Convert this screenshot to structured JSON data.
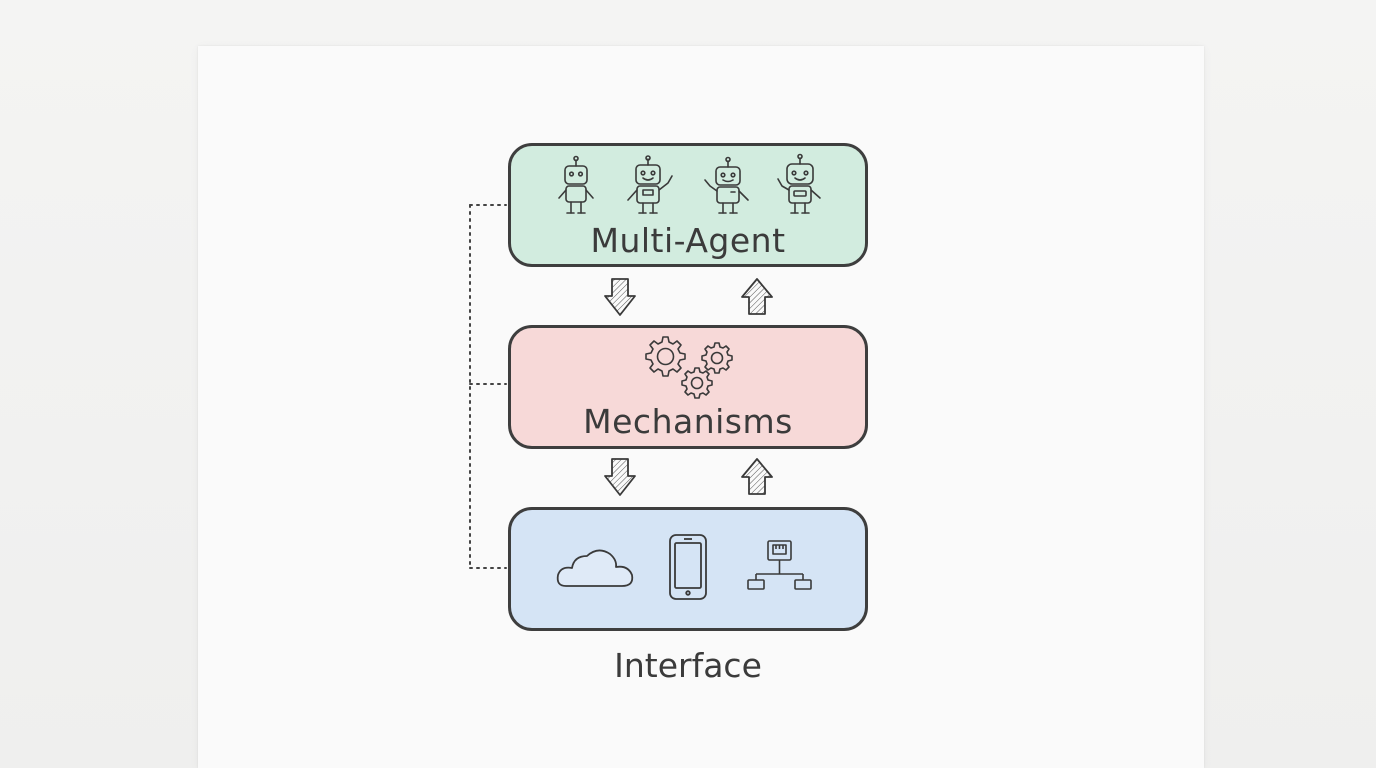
{
  "diagram": {
    "layers": [
      {
        "id": "multi-agent",
        "label": "Multi-Agent",
        "fill": "#d2ecdf",
        "icons": [
          "robot-icon",
          "robot-icon",
          "robot-waving-icon",
          "robot-waving-icon"
        ]
      },
      {
        "id": "mechanisms",
        "label": "Mechanisms",
        "fill": "#f7d9d8",
        "icons": [
          "gears-icon"
        ]
      },
      {
        "id": "interface",
        "label": "Interface",
        "fill": "#d5e4f5",
        "icons": [
          "cloud-icon",
          "smartphone-icon",
          "network-icon"
        ]
      }
    ],
    "connectors": [
      "down-arrow-icon",
      "up-arrow-icon",
      "dotted-bracket"
    ]
  }
}
